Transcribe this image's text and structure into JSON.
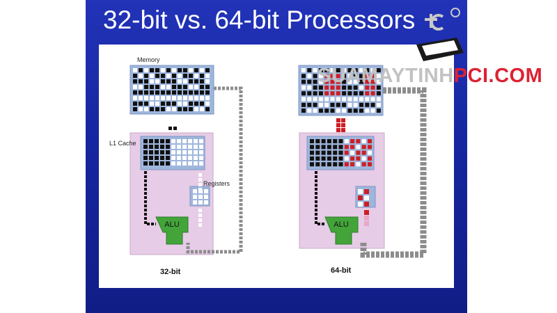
{
  "slide": {
    "title": "32-bit vs. 64-bit Processors"
  },
  "diagram": {
    "memory_label": "Memory",
    "cache_label": "L1 Cache",
    "registers_label": "Registers",
    "alu_left": "ALU",
    "alu_right": "ALU",
    "caption_32": "32-bit",
    "caption_64": "64-bit"
  },
  "watermark": {
    "text_gray": "SUAMAYTINH",
    "text_red": "PCI.COM"
  },
  "colors": {
    "slide_blue": "#1a2aa8",
    "memory_frame": "#9fb6dc",
    "cpu_fill": "#e6cce6",
    "alu_green": "#43a43a",
    "bus_gray": "#8c8c8c",
    "data_red": "#cc1f25"
  }
}
